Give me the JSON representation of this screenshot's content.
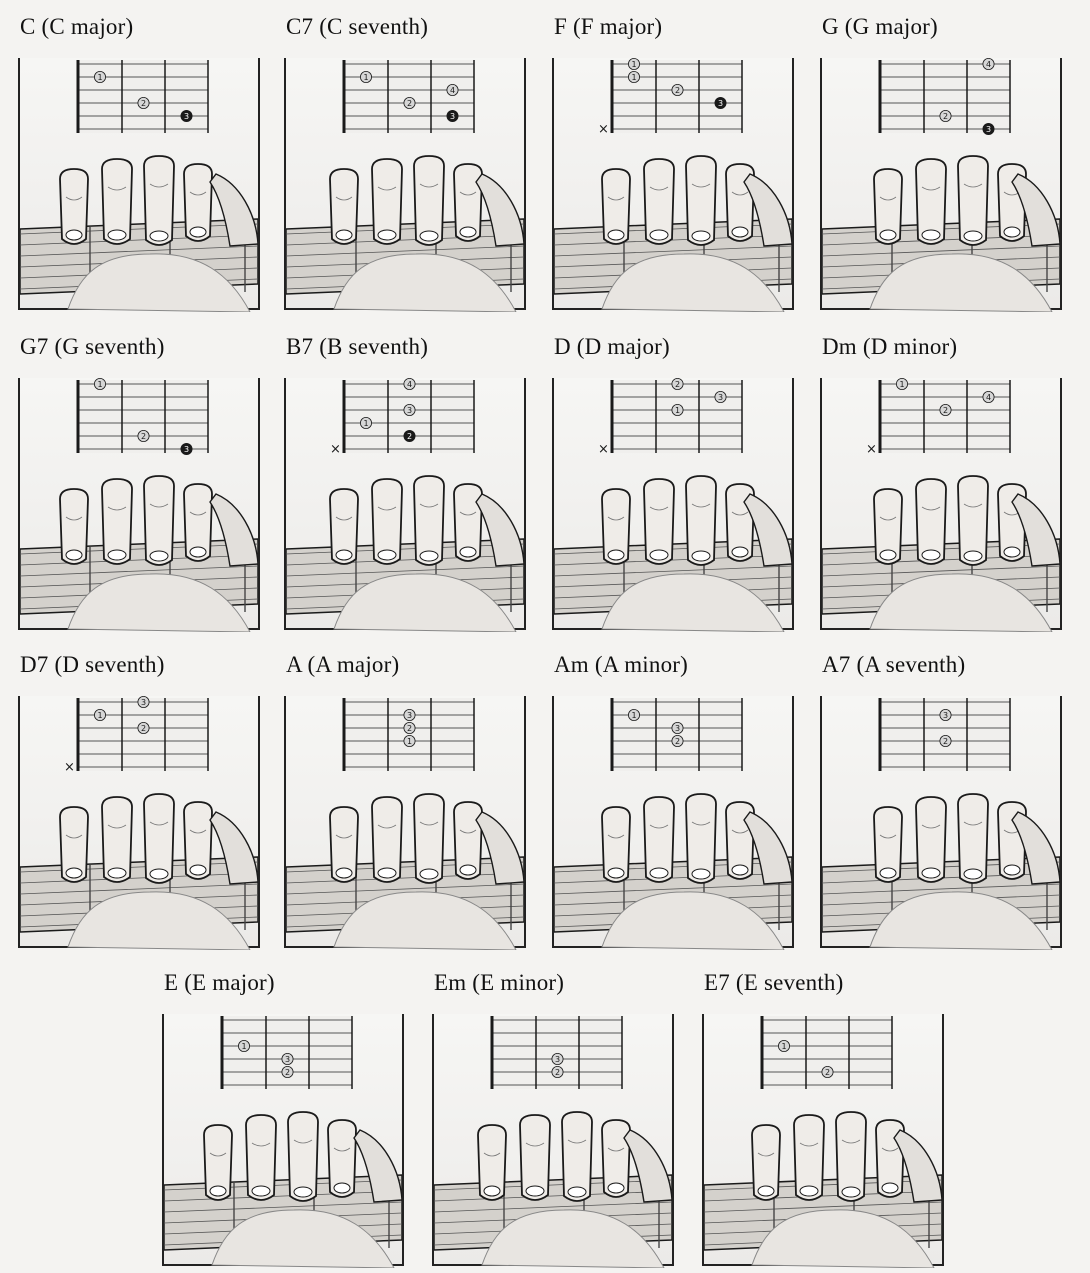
{
  "chords": [
    {
      "title": "C (C major)",
      "muted": false,
      "dots": [
        {
          "f": 1,
          "s": 2,
          "n": "1"
        },
        {
          "f": 2,
          "s": 4,
          "n": "2"
        },
        {
          "f": 3,
          "s": 5,
          "n": "3",
          "solid": true
        }
      ]
    },
    {
      "title": "C7 (C seventh)",
      "muted": false,
      "dots": [
        {
          "f": 1,
          "s": 2,
          "n": "1"
        },
        {
          "f": 2,
          "s": 4,
          "n": "2"
        },
        {
          "f": 3,
          "s": 3,
          "n": "4"
        },
        {
          "f": 3,
          "s": 5,
          "n": "3",
          "solid": true
        }
      ]
    },
    {
      "title": "F (F major)",
      "muted": true,
      "dots": [
        {
          "f": 1,
          "s": 1,
          "n": "1"
        },
        {
          "f": 1,
          "s": 2,
          "n": "1"
        },
        {
          "f": 2,
          "s": 3,
          "n": "2"
        },
        {
          "f": 3,
          "s": 4,
          "n": "3",
          "solid": true
        }
      ]
    },
    {
      "title": "G (G major)",
      "muted": false,
      "dots": [
        {
          "f": 3,
          "s": 1,
          "n": "4"
        },
        {
          "f": 2,
          "s": 5,
          "n": "2"
        },
        {
          "f": 3,
          "s": 6,
          "n": "3",
          "solid": true
        }
      ]
    },
    {
      "title": "G7 (G seventh)",
      "muted": false,
      "dots": [
        {
          "f": 1,
          "s": 1,
          "n": "1"
        },
        {
          "f": 2,
          "s": 5,
          "n": "2"
        },
        {
          "f": 3,
          "s": 6,
          "n": "3",
          "solid": true
        }
      ]
    },
    {
      "title": "B7 (B seventh)",
      "muted": true,
      "dots": [
        {
          "f": 2,
          "s": 1,
          "n": "4"
        },
        {
          "f": 2,
          "s": 3,
          "n": "3"
        },
        {
          "f": 1,
          "s": 4,
          "n": "1"
        },
        {
          "f": 2,
          "s": 5,
          "n": "2",
          "solid": true
        }
      ]
    },
    {
      "title": "D (D major)",
      "muted": true,
      "dots": [
        {
          "f": 2,
          "s": 1,
          "n": "2"
        },
        {
          "f": 3,
          "s": 2,
          "n": "3"
        },
        {
          "f": 2,
          "s": 3,
          "n": "1"
        }
      ]
    },
    {
      "title": "Dm (D minor)",
      "muted": true,
      "dots": [
        {
          "f": 1,
          "s": 1,
          "n": "1"
        },
        {
          "f": 3,
          "s": 2,
          "n": "4"
        },
        {
          "f": 2,
          "s": 3,
          "n": "2"
        }
      ]
    },
    {
      "title": "D7 (D seventh)",
      "muted": true,
      "dots": [
        {
          "f": 1,
          "s": 2,
          "n": "1"
        },
        {
          "f": 2,
          "s": 1,
          "n": "3"
        },
        {
          "f": 2,
          "s": 3,
          "n": "2"
        }
      ]
    },
    {
      "title": "A (A major)",
      "muted": false,
      "dots": [
        {
          "f": 2,
          "s": 2,
          "n": "3"
        },
        {
          "f": 2,
          "s": 3,
          "n": "2"
        },
        {
          "f": 2,
          "s": 4,
          "n": "1"
        }
      ]
    },
    {
      "title": "Am (A minor)",
      "muted": false,
      "dots": [
        {
          "f": 1,
          "s": 2,
          "n": "1"
        },
        {
          "f": 2,
          "s": 3,
          "n": "3"
        },
        {
          "f": 2,
          "s": 4,
          "n": "2"
        }
      ]
    },
    {
      "title": "A7 (A seventh)",
      "muted": false,
      "dots": [
        {
          "f": 2,
          "s": 2,
          "n": "3"
        },
        {
          "f": 2,
          "s": 4,
          "n": "2"
        }
      ]
    },
    {
      "title": "E (E major)",
      "muted": false,
      "dots": [
        {
          "f": 1,
          "s": 3,
          "n": "1"
        },
        {
          "f": 2,
          "s": 4,
          "n": "3"
        },
        {
          "f": 2,
          "s": 5,
          "n": "2"
        }
      ]
    },
    {
      "title": "Em (E minor)",
      "muted": false,
      "dots": [
        {
          "f": 2,
          "s": 4,
          "n": "3"
        },
        {
          "f": 2,
          "s": 5,
          "n": "2"
        }
      ]
    },
    {
      "title": "E7 (E seventh)",
      "muted": false,
      "dots": [
        {
          "f": 1,
          "s": 3,
          "n": "1"
        },
        {
          "f": 2,
          "s": 5,
          "n": "2"
        }
      ]
    }
  ],
  "colors": {
    "ink": "#1a1a1a",
    "page": "#f4f3f1",
    "neck": "#d4d1cc",
    "skin": "#efece8",
    "dot_fill": "#d6d6d6"
  }
}
